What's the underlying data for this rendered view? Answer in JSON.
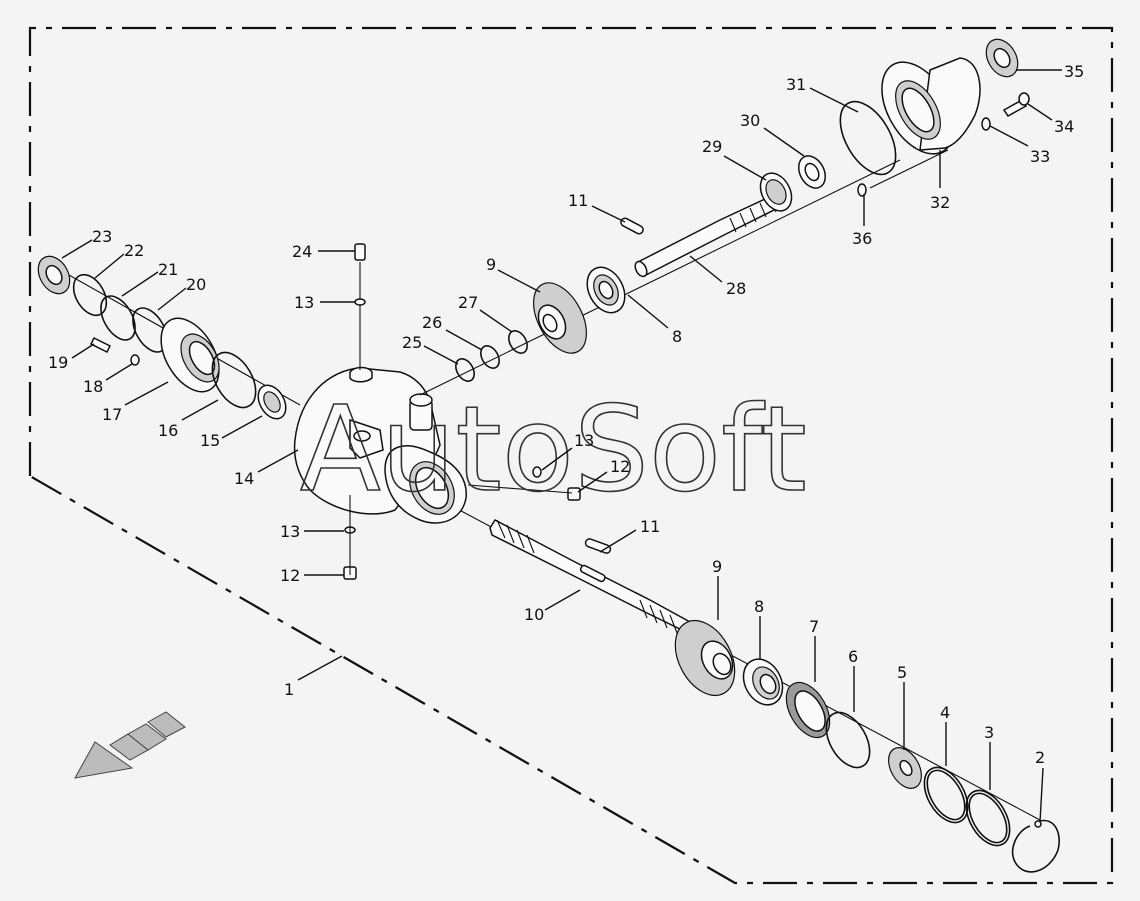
{
  "watermark": "AutoSoft",
  "callouts": [
    {
      "id": "c1",
      "label": "1"
    },
    {
      "id": "c2",
      "label": "2"
    },
    {
      "id": "c3",
      "label": "3"
    },
    {
      "id": "c4",
      "label": "4"
    },
    {
      "id": "c5",
      "label": "5"
    },
    {
      "id": "c6",
      "label": "6"
    },
    {
      "id": "c7",
      "label": "7"
    },
    {
      "id": "c8a",
      "label": "8"
    },
    {
      "id": "c8b",
      "label": "8"
    },
    {
      "id": "c9a",
      "label": "9"
    },
    {
      "id": "c9b",
      "label": "9"
    },
    {
      "id": "c10",
      "label": "10"
    },
    {
      "id": "c11a",
      "label": "11"
    },
    {
      "id": "c11b",
      "label": "11"
    },
    {
      "id": "c12a",
      "label": "12"
    },
    {
      "id": "c12b",
      "label": "12"
    },
    {
      "id": "c13a",
      "label": "13"
    },
    {
      "id": "c13b",
      "label": "13"
    },
    {
      "id": "c13c",
      "label": "13"
    },
    {
      "id": "c14",
      "label": "14"
    },
    {
      "id": "c15",
      "label": "15"
    },
    {
      "id": "c16",
      "label": "16"
    },
    {
      "id": "c17",
      "label": "17"
    },
    {
      "id": "c18",
      "label": "18"
    },
    {
      "id": "c19",
      "label": "19"
    },
    {
      "id": "c20",
      "label": "20"
    },
    {
      "id": "c21",
      "label": "21"
    },
    {
      "id": "c22",
      "label": "22"
    },
    {
      "id": "c23",
      "label": "23"
    },
    {
      "id": "c24",
      "label": "24"
    },
    {
      "id": "c25",
      "label": "25"
    },
    {
      "id": "c26",
      "label": "26"
    },
    {
      "id": "c27",
      "label": "27"
    },
    {
      "id": "c28",
      "label": "28"
    },
    {
      "id": "c29",
      "label": "29"
    },
    {
      "id": "c30",
      "label": "30"
    },
    {
      "id": "c31",
      "label": "31"
    },
    {
      "id": "c32",
      "label": "32"
    },
    {
      "id": "c33",
      "label": "33"
    },
    {
      "id": "c34",
      "label": "34"
    },
    {
      "id": "c35",
      "label": "35"
    },
    {
      "id": "c36",
      "label": "36"
    }
  ]
}
